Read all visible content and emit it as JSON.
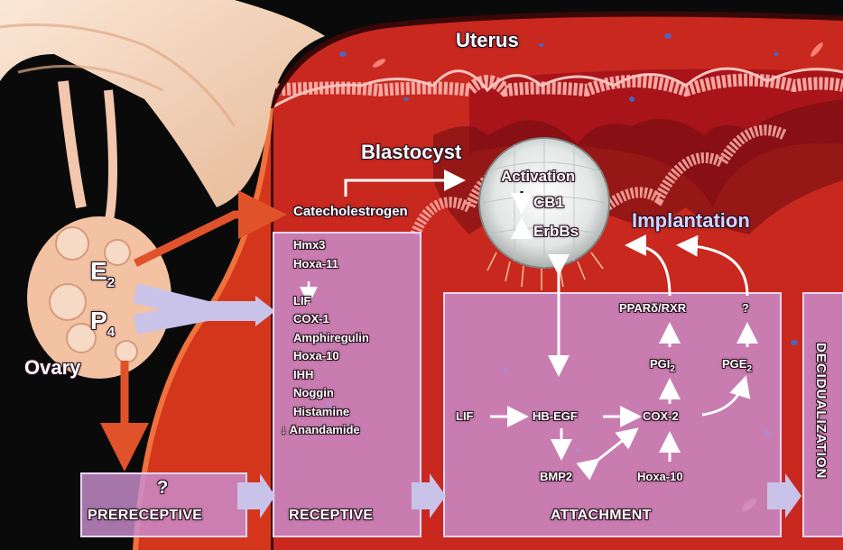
{
  "labels": {
    "uterus": "Uterus",
    "blastocyst": "Blastocyst",
    "ovary": "Ovary",
    "implantation": "Implantation",
    "catecholestrogen": "Catecholestrogen",
    "e2": "E",
    "e2_sub": "2",
    "p4": "P",
    "p4_sub": "4"
  },
  "blastocyst_box": {
    "activation": "Activation",
    "cb1": "CB1",
    "erbbs": "ErbBs"
  },
  "prereceptive": {
    "question": "?",
    "title": "PRERECEPTIVE"
  },
  "receptive": {
    "title": "RECEPTIVE",
    "genes": [
      "Hmx3",
      "Hoxa-11",
      "↓",
      "LIF",
      "COX-1",
      "Amphiregulin",
      "Hoxa-10",
      "IHH",
      "Noggin",
      "Histamine",
      "↓ Anandamide"
    ]
  },
  "attachment": {
    "title": "ATTACHMENT",
    "lif": "LIF",
    "hbegf": "HB-EGF",
    "cox2": "COX-2",
    "bmp2": "BMP2",
    "hoxa10": "Hoxa-10",
    "pgi2": "PGI",
    "pgi2_sub": "2",
    "pge2": "PGE",
    "pge2_sub": "2",
    "ppar": "PPARδ/RXR",
    "question": "?"
  },
  "decidualization": "DECIDUALIZATION",
  "colors": {
    "background": "#0a0a0a",
    "uterus_red": "#c8281e",
    "box_fill": "#c98fd0",
    "arrow_orange": "#e0532a",
    "arrow_lavender": "#c9c3ea",
    "implantation_text": "#d9d2ff"
  }
}
